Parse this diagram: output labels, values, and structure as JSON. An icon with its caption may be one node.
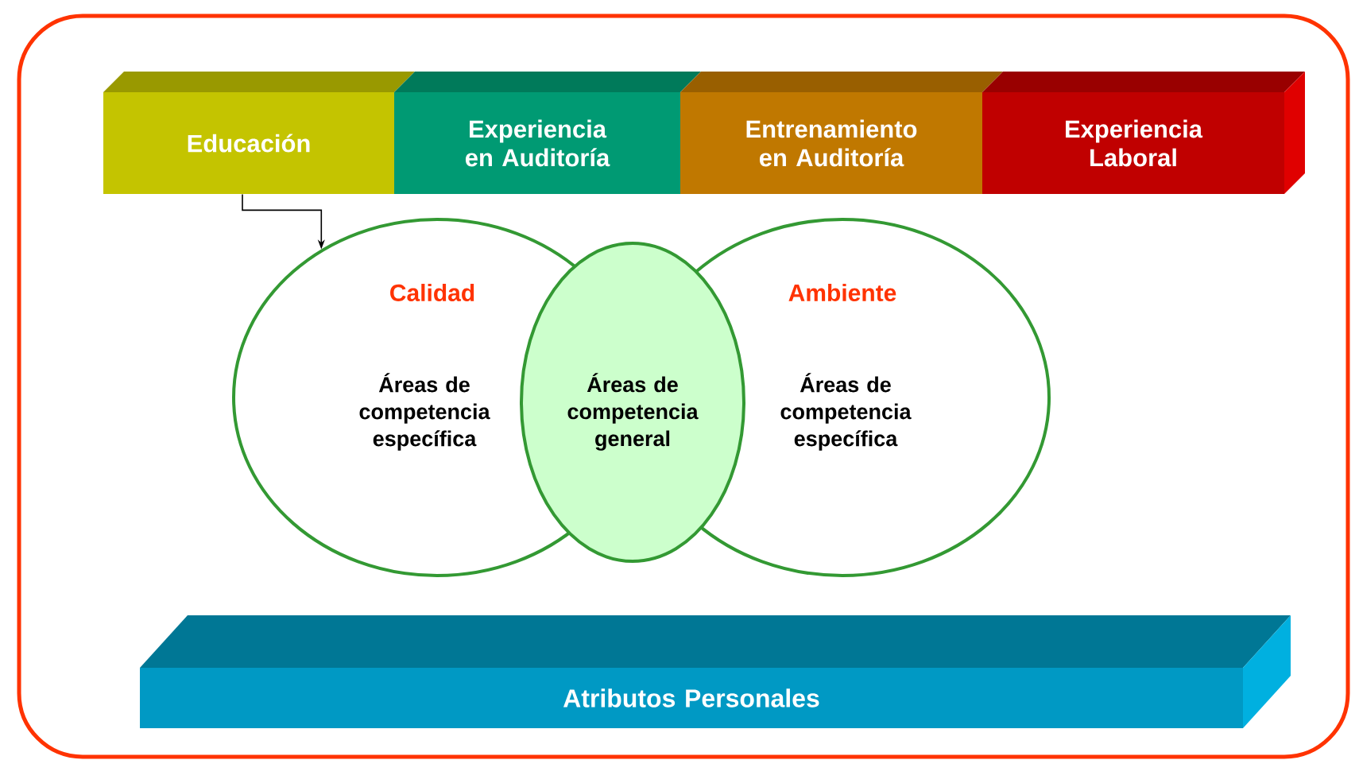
{
  "diagram": {
    "nodes": [
      {
        "text": [
          "Educación"
        ]
      },
      {
        "text": [
          "Experiencia en Auditoría"
        ]
      },
      {
        "text": [
          "Entrenamiento en Auditoría"
        ]
      },
      {
        "text": [
          "Experiencia Laboral"
        ]
      },
      {
        "text": [
          "Calidad",
          "Áreas de competencia específica"
        ]
      },
      {
        "text": [
          "Áreas de competencia general"
        ]
      },
      {
        "text": [
          "Ambiente",
          "Áreas de competencia específica"
        ]
      },
      {
        "text": [
          "Atributos Personales"
        ]
      }
    ],
    "edges": [
      {
        "from": 0,
        "to": 4,
        "arrow": "to"
      }
    ]
  }
}
